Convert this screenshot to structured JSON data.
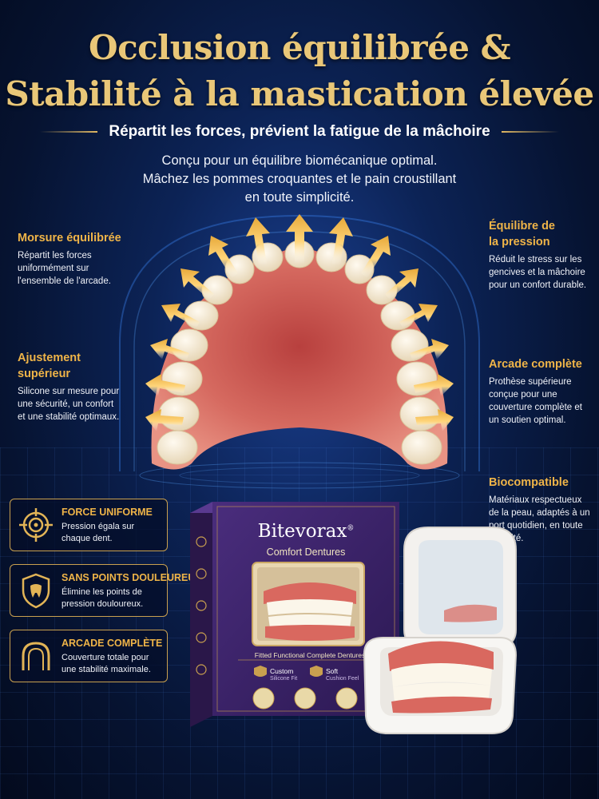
{
  "header": {
    "title_line1": "Occlusion équilibrée &",
    "title_line2": "Stabilité à la mastication élevée",
    "subtitle": "Répartit les forces, prévient la fatigue de la mâchoire",
    "intro": [
      "Conçu pour un équilibre biomécanique optimal.",
      "Mâchez les pommes croquantes et le pain croustillant",
      "en toute simplicité."
    ]
  },
  "callouts_left": [
    {
      "title": "Morsure équilibrée",
      "desc": "Répartit les forces uniformément sur l'ensemble de l'arcade."
    },
    {
      "title_line1": "Ajustement",
      "title_line2": "supérieur",
      "desc": "Silicone sur mesure pour une sécurité, un confort et une stabilité optimaux."
    }
  ],
  "callouts_right": [
    {
      "title_line1": "Équilibre de",
      "title_line2": "la pression",
      "desc": "Réduit le stress sur les gencives et la mâchoire pour un confort durable."
    },
    {
      "title": "Arcade complète",
      "desc": "Prothèse supérieure conçue pour une couverture complète et un soutien optimal."
    },
    {
      "title": "Biocompatible",
      "desc": "Matériaux respectueux de la peau, adaptés à un port quotidien, en toute sécurité."
    }
  ],
  "features": [
    {
      "title": "FORCE UNIFORME",
      "desc": "Pression égala sur chaque dent.",
      "icon": "target-icon"
    },
    {
      "title": "SANS POINTS DOULEUREUX",
      "desc": "Élimine les points de pression douloureux.",
      "icon": "shield-icon"
    },
    {
      "title": "ARCADE COMPLÈTE",
      "desc": "Couverture totale pour une stabilité maximale.",
      "icon": "arch-icon"
    }
  ],
  "product": {
    "brand": "Bitevorax",
    "reg": "®",
    "subtitle": "Comfort Dentures",
    "fitted": "Fitted Functional Complete Dentures",
    "badge1_title": "Custom",
    "badge1_sub": "Silicone Fit",
    "badge2_title": "Soft",
    "badge2_sub": "Cushion Feel"
  },
  "colors": {
    "gold": "#e9c778",
    "accent": "#efb448",
    "background": "#061331",
    "box_purple": "#3b2468",
    "gum": "#d9685f"
  }
}
